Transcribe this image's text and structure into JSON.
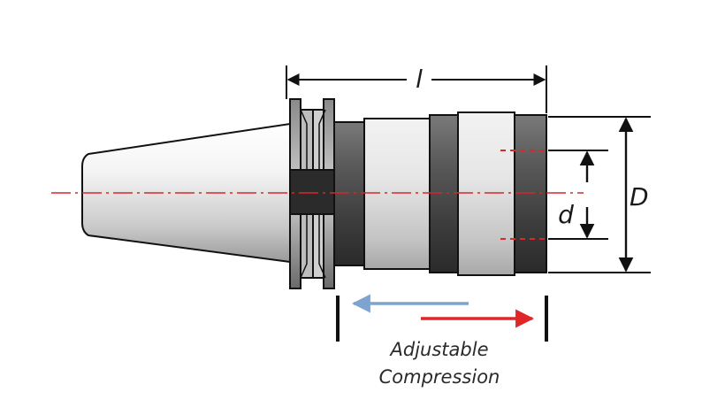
{
  "labels": {
    "length": "l",
    "outer_diameter": "D",
    "inner_diameter": "d",
    "caption_line1": "Adjustable",
    "caption_line2": "Compression"
  },
  "colors": {
    "outline": "#111111",
    "centerline": "#d9262b",
    "bore_marker": "#e0262b",
    "arrow_left": "#7fa3cf",
    "arrow_right": "#e02629"
  }
}
